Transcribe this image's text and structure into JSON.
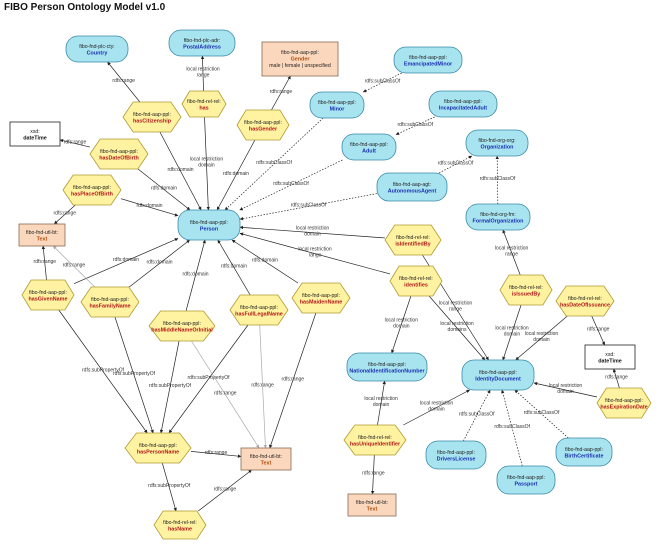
{
  "title": "FIBO Person Ontology Model v1.0",
  "colors": {
    "class_fill": "#a8e4f0",
    "class_stroke": "#3a8aa8",
    "class_label": "#1a2fb0",
    "prop_fill": "#fff2a0",
    "prop_stroke": "#b09a30",
    "prop_label": "#b01818",
    "lit_fill": "#fbd8bd",
    "lit_stroke": "#8a6a50",
    "lit_label": "#b05010",
    "edge": "#222222",
    "edge_grey": "#aaaaaa"
  },
  "nodes": [
    {
      "id": "country",
      "type": "class",
      "prefix": "fibo-fnd-plc-cty:",
      "label": "Country"
    },
    {
      "id": "postal",
      "type": "class",
      "prefix": "fibo-fnd-plc-adr:",
      "label": "PostalAddress"
    },
    {
      "id": "gender",
      "type": "enum",
      "prefix": "fibo-fnd-aap-ppl:",
      "label": "Gender",
      "sub": "male | female | unspecified"
    },
    {
      "id": "emancipated",
      "type": "class",
      "prefix": "fibo-fnd-aap-ppl:",
      "label": "EmancipatedMinor"
    },
    {
      "id": "minor",
      "type": "class",
      "prefix": "fibo-fnd-aap-ppl:",
      "label": "Minor"
    },
    {
      "id": "incap",
      "type": "class",
      "prefix": "fibo-fnd-aap-ppl:",
      "label": "IncapacitatedAdult"
    },
    {
      "id": "adult",
      "type": "class",
      "prefix": "fibo-fnd-aap-ppl:",
      "label": "Adult"
    },
    {
      "id": "org",
      "type": "class",
      "prefix": "fibo-fnd-org-org:",
      "label": "Organization"
    },
    {
      "id": "auto",
      "type": "class",
      "prefix": "fibo-fnd-aap-agt:",
      "label": "AutonomousAgent"
    },
    {
      "id": "formal",
      "type": "class",
      "prefix": "fibo-fnd-org-fm:",
      "label": "FormalOrganization"
    },
    {
      "id": "person",
      "type": "class",
      "prefix": "fibo-fnd-aap-ppl:",
      "label": "Person"
    },
    {
      "id": "nin",
      "type": "class",
      "prefix": "fibo-fnd-aap-ppl:",
      "label": "NationalIdentificationNumber"
    },
    {
      "id": "iddoc",
      "type": "class",
      "prefix": "fibo-fnd-aap-ppl:",
      "label": "IdentityDocument"
    },
    {
      "id": "drivers",
      "type": "class",
      "prefix": "fibo-fnd-aap-ppl:",
      "label": "DriversLicense"
    },
    {
      "id": "passport",
      "type": "class",
      "prefix": "fibo-fnd-aap-ppl:",
      "label": "Passport"
    },
    {
      "id": "birthcert",
      "type": "class",
      "prefix": "fibo-fnd-aap-ppl:",
      "label": "BirthCertificate"
    },
    {
      "id": "hasCitizenship",
      "type": "prop",
      "prefix": "fibo-fnd-aap-ppl:",
      "label": "hasCitizenship"
    },
    {
      "id": "has",
      "type": "prop",
      "prefix": "fibo-fnd-rel-rel:",
      "label": "has"
    },
    {
      "id": "hasGender",
      "type": "prop",
      "prefix": "fibo-fnd-aap-ppl:",
      "label": "hasGender"
    },
    {
      "id": "hasDateOfBirth",
      "type": "prop",
      "prefix": "fibo-fnd-aap-ppl:",
      "label": "hasDateOfBirth"
    },
    {
      "id": "hasPlaceOfBirth",
      "type": "prop",
      "prefix": "fibo-fnd-aap-ppl:",
      "label": "hasPlaceOfBirth"
    },
    {
      "id": "isIdentifiedBy",
      "type": "prop",
      "prefix": "fibo-fnd-rel-rel:",
      "label": "isIdentifiedBy"
    },
    {
      "id": "identifies",
      "type": "prop",
      "prefix": "fibo-fnd-rel-rel:",
      "label": "identifies"
    },
    {
      "id": "isIssuedBy",
      "type": "prop",
      "prefix": "fibo-fnd-rel-rel:",
      "label": "isIssuedBy"
    },
    {
      "id": "hasDateOfIssuance",
      "type": "prop",
      "prefix": "fibo-fnd-rel-rel:",
      "label": "hasDateOfIssuance"
    },
    {
      "id": "hasGivenName",
      "type": "prop",
      "prefix": "fibo-fnd-aap-ppl:",
      "label": "hasGivenName"
    },
    {
      "id": "hasFamilyName",
      "type": "prop",
      "prefix": "fibo-fnd-aap-ppl:",
      "label": "hasFamilyName"
    },
    {
      "id": "hasMiddle",
      "type": "prop",
      "prefix": "fibo-fnd-aap-ppl:",
      "label": "hasMiddleNameOrInitial"
    },
    {
      "id": "hasFullLegal",
      "type": "prop",
      "prefix": "fibo-fnd-aap-ppl:",
      "label": "hasFullLegalName"
    },
    {
      "id": "hasMaiden",
      "type": "prop",
      "prefix": "fibo-fnd-aap-ppl:",
      "label": "hasMaidenName"
    },
    {
      "id": "hasPersonName",
      "type": "prop",
      "prefix": "fibo-fnd-aap-ppl:",
      "label": "hasPersonName"
    },
    {
      "id": "hasName",
      "type": "prop",
      "prefix": "fibo-fnd-rel-rel:",
      "label": "hasName"
    },
    {
      "id": "hasUniqueId",
      "type": "prop",
      "prefix": "fibo-fnd-rel-rel:",
      "label": "hasUniqueIdentifier"
    },
    {
      "id": "hasExpiration",
      "type": "prop",
      "prefix": "fibo-fnd-aap-ppl:",
      "label": "hasExpirationDate"
    },
    {
      "id": "dateTime1",
      "type": "datatype",
      "prefix": "xsd:",
      "label": "dateTime"
    },
    {
      "id": "dateTime2",
      "type": "datatype",
      "prefix": "xsd:",
      "label": "dateTime"
    },
    {
      "id": "text1",
      "type": "literal",
      "prefix": "fibo-fnd-utl-bt:",
      "label": "Text"
    },
    {
      "id": "text2",
      "type": "literal",
      "prefix": "fibo-fnd-utl-bt:",
      "label": "Text"
    },
    {
      "id": "text3",
      "type": "literal",
      "prefix": "fibo-fnd-utl-bt:",
      "label": "Text"
    }
  ],
  "edges": [
    {
      "from": "hasCitizenship",
      "to": "country",
      "label": "rdfs:range"
    },
    {
      "from": "has",
      "to": "postal",
      "label": "local restriction range"
    },
    {
      "from": "hasGender",
      "to": "gender",
      "label": "rdfs:range"
    },
    {
      "from": "emancipated",
      "to": "minor",
      "label": "rdfs:subClassOf",
      "dotted": true
    },
    {
      "from": "incap",
      "to": "adult",
      "label": "rdfs:subClassOf",
      "dotted": true
    },
    {
      "from": "minor",
      "to": "person",
      "label": "rdfs:subClassOf",
      "dotted": true
    },
    {
      "from": "adult",
      "to": "person",
      "label": "rdfs:subClassOf",
      "dotted": true
    },
    {
      "from": "auto",
      "to": "person",
      "label": "rdfs:subClassOf",
      "dotted": true
    },
    {
      "from": "auto",
      "to": "org",
      "label": "rdfs:subClassOf",
      "dotted": true
    },
    {
      "from": "formal",
      "to": "org",
      "label": "rdfs:subClassOf",
      "dotted": true
    },
    {
      "from": "hasCitizenship",
      "to": "person",
      "label": "rdfs:domain"
    },
    {
      "from": "has",
      "to": "person",
      "label": "local restriction domain"
    },
    {
      "from": "hasGender",
      "to": "person",
      "label": "rdfs:domain"
    },
    {
      "from": "hasDateOfBirth",
      "to": "dateTime1",
      "label": "rdfs:range"
    },
    {
      "from": "hasDateOfBirth",
      "to": "person",
      "label": "rdfs:domain"
    },
    {
      "from": "hasPlaceOfBirth",
      "to": "person",
      "label": "rdfs:domain"
    },
    {
      "from": "hasPlaceOfBirth",
      "to": "text1",
      "label": "rdfs:range"
    },
    {
      "from": "isIdentifiedBy",
      "to": "person",
      "label": "local restriction domain"
    },
    {
      "from": "isIdentifiedBy",
      "to": "iddoc",
      "label": "local restriction range"
    },
    {
      "from": "identifies",
      "to": "person",
      "label": "local restriction range"
    },
    {
      "from": "identifies",
      "to": "nin",
      "label": "local restriction domain"
    },
    {
      "from": "identifies",
      "to": "iddoc",
      "label": "local restriction domains"
    },
    {
      "from": "isIssuedBy",
      "to": "formal",
      "label": "local restriction range"
    },
    {
      "from": "isIssuedBy",
      "to": "iddoc",
      "label": "local restriction domain"
    },
    {
      "from": "hasDateOfIssuance",
      "to": "iddoc",
      "label": "local restriction domain"
    },
    {
      "from": "hasDateOfIssuance",
      "to": "dateTime2",
      "label": "rdfs:range"
    },
    {
      "from": "hasGivenName",
      "to": "text1",
      "label": "rdfs:range"
    },
    {
      "from": "hasGivenName",
      "to": "person",
      "label": "rdfs:domain"
    },
    {
      "from": "hasFamilyName",
      "to": "person",
      "label": "rdfs:domain"
    },
    {
      "from": "hasMiddle",
      "to": "person",
      "label": "rdfs:domain"
    },
    {
      "from": "hasFullLegal",
      "to": "person",
      "label": "rdfs:domain"
    },
    {
      "from": "hasMaiden",
      "to": "person",
      "label": "rdfs:domain"
    },
    {
      "from": "hasFamilyName",
      "to": "text1",
      "label": "rdfs:range",
      "grey": true
    },
    {
      "from": "hasGivenName",
      "to": "hasPersonName",
      "label": "rdfs:subPropertyOf"
    },
    {
      "from": "hasFamilyName",
      "to": "hasPersonName",
      "label": "rdfs:subPropertyOf"
    },
    {
      "from": "hasMiddle",
      "to": "hasPersonName",
      "label": "rdfs:subPropertyOf"
    },
    {
      "from": "hasFullLegal",
      "to": "hasPersonName",
      "label": "rdfs:subPropertyOf"
    },
    {
      "from": "hasMiddle",
      "to": "text2",
      "label": "rdfs:range",
      "grey": true
    },
    {
      "from": "hasFullLegal",
      "to": "text2",
      "label": "rdfs:range",
      "grey": true
    },
    {
      "from": "hasMaiden",
      "to": "text2",
      "label": "rdfs:range"
    },
    {
      "from": "hasPersonName",
      "to": "text2",
      "label": "rdfs:range"
    },
    {
      "from": "hasPersonName",
      "to": "hasName",
      "label": "rdfs:subPropertyOf"
    },
    {
      "from": "hasName",
      "to": "text2",
      "label": "rdfs:range"
    },
    {
      "from": "hasUniqueId",
      "to": "nin",
      "label": "local restriction domain"
    },
    {
      "from": "hasUniqueId",
      "to": "iddoc",
      "label": "local restriction domain"
    },
    {
      "from": "hasUniqueId",
      "to": "text3",
      "label": "rdfs:range"
    },
    {
      "from": "drivers",
      "to": "iddoc",
      "label": "rdfs:subClassOf",
      "dotted": true
    },
    {
      "from": "passport",
      "to": "iddoc",
      "label": "rdfs:subClassOf",
      "dotted": true
    },
    {
      "from": "birthcert",
      "to": "iddoc",
      "label": "rdfs:subClassOf",
      "dotted": true
    },
    {
      "from": "hasExpiration",
      "to": "iddoc",
      "label": "local restriction domain"
    },
    {
      "from": "hasExpiration",
      "to": "dateTime2",
      "label": "rdfs:range"
    }
  ]
}
